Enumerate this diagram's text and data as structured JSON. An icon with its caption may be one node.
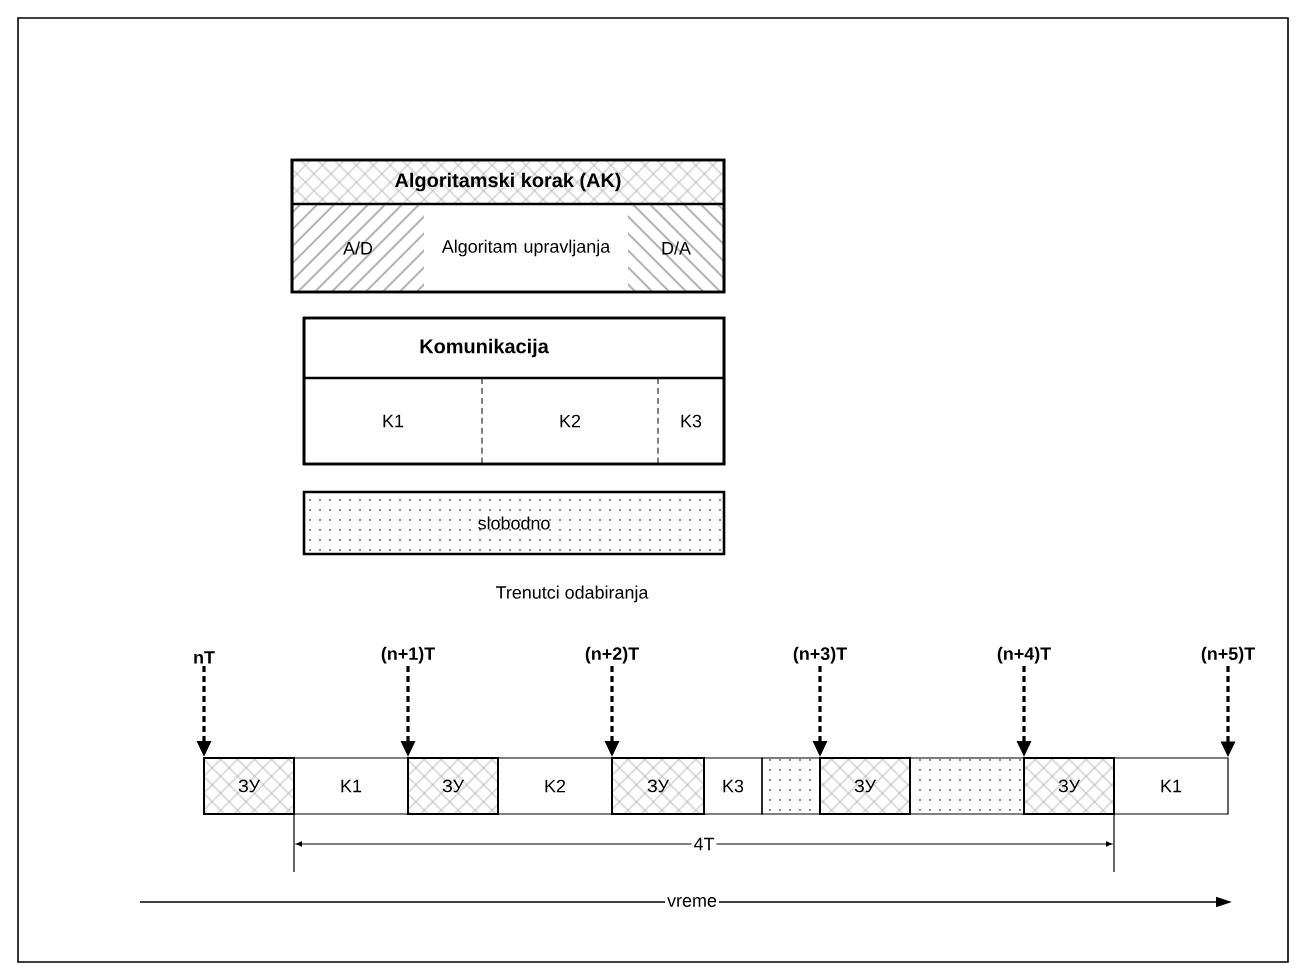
{
  "diagram": {
    "nodes": [
      {
        "text": [
          "Algoritamski korak (AK)"
        ]
      },
      {
        "text": [
          "A/D"
        ],
        "in": 0
      },
      {
        "text": [
          "Algoritam upravljanja"
        ],
        "in": 0
      },
      {
        "text": [
          "D/A"
        ],
        "in": 0
      },
      {
        "text": [
          "Komunikacija"
        ]
      },
      {
        "text": [
          "K1"
        ],
        "in": 4
      },
      {
        "text": [
          "K2"
        ],
        "in": 4
      },
      {
        "text": [
          "K3"
        ],
        "in": 4
      },
      {
        "text": [
          "slobodno"
        ]
      },
      {
        "text": [
          "ЗУ"
        ]
      },
      {
        "text": [
          "K1"
        ]
      },
      {
        "text": [
          "ЗУ"
        ]
      },
      {
        "text": [
          "K2"
        ]
      },
      {
        "text": [
          "ЗУ"
        ]
      },
      {
        "text": [
          "K3"
        ]
      },
      {
        "text": [],
        "shape": "box"
      },
      {
        "text": [
          "ЗУ"
        ]
      },
      {
        "text": [],
        "shape": "box"
      },
      {
        "text": [
          "ЗУ"
        ]
      },
      {
        "text": [
          "K1"
        ]
      },
      {
        "text": [
          "nT"
        ]
      },
      {
        "text": [
          "(n+1)T"
        ]
      },
      {
        "text": [
          "(n+2)T"
        ]
      },
      {
        "text": [
          "(n+3)T"
        ]
      },
      {
        "text": [
          "(n+4)T"
        ]
      },
      {
        "text": [
          "(n+5)T"
        ]
      }
    ],
    "edges": [
      {
        "from": 20,
        "to": 9,
        "arrow": "to",
        "style": "dashed"
      },
      {
        "from": 21,
        "to": 11,
        "arrow": "to",
        "style": "dashed"
      },
      {
        "from": 22,
        "to": 13,
        "arrow": "to",
        "style": "dashed"
      },
      {
        "from": 23,
        "to": 16,
        "arrow": "to",
        "style": "dashed"
      },
      {
        "from": 24,
        "to": 18,
        "arrow": "to",
        "style": "dashed"
      },
      {
        "from": 25,
        "to": 19,
        "arrow": "to",
        "style": "dashed"
      }
    ],
    "labels": [
      "Trenutci odabiranja",
      "4T",
      "vreme"
    ]
  }
}
